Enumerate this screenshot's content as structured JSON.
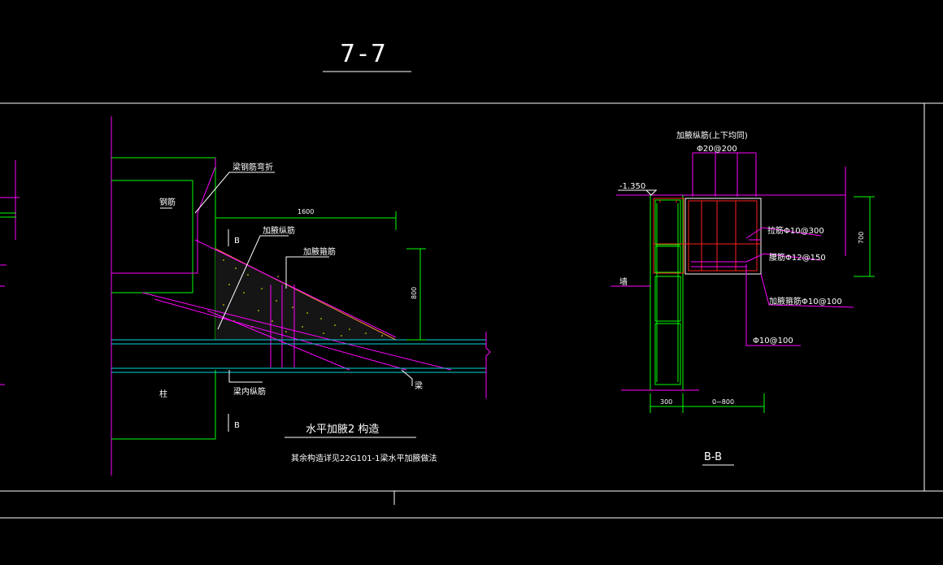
{
  "drawing": {
    "title": "7-7",
    "colors": {
      "background": "#000000",
      "frame": "#ffffff",
      "green": "#00ff00",
      "magenta": "#ff00ff",
      "cyan": "#00d7d7",
      "red": "#ff2020",
      "yellow": "#ffff00",
      "orange": "#ff8c3c"
    }
  },
  "left_detail": {
    "label_bend": "梁钢筋弯折",
    "label_steel": "钢筋",
    "label_haunch_long": "加腋纵筋",
    "label_haunch_stirrup": "加腋箍筋",
    "label_beam_long": "梁内纵筋",
    "label_column": "柱",
    "label_beam": "梁",
    "dim_length": "1600",
    "dim_height": "800",
    "section_mark_top": "B",
    "section_mark_bottom": "B",
    "caption": "水平加腋2 构造",
    "note": "其余构造详见22G101-1梁水平加腋做法"
  },
  "right_detail": {
    "label_top_bars": "加腋纵筋(上下均同)",
    "top_bars_spec": "Φ20@200",
    "elevation": "-1.350",
    "label_ties": "拉筋Φ10@300",
    "label_layer": "腰筋Φ12@150",
    "label_haunch_stirrup": "加腋箍筋Φ10@100",
    "label_stirrup": "Φ10@100",
    "label_wall": "墙",
    "dim_wall": "300",
    "dim_range": "0~800",
    "dim_height": "700",
    "section_title": "B-B"
  }
}
